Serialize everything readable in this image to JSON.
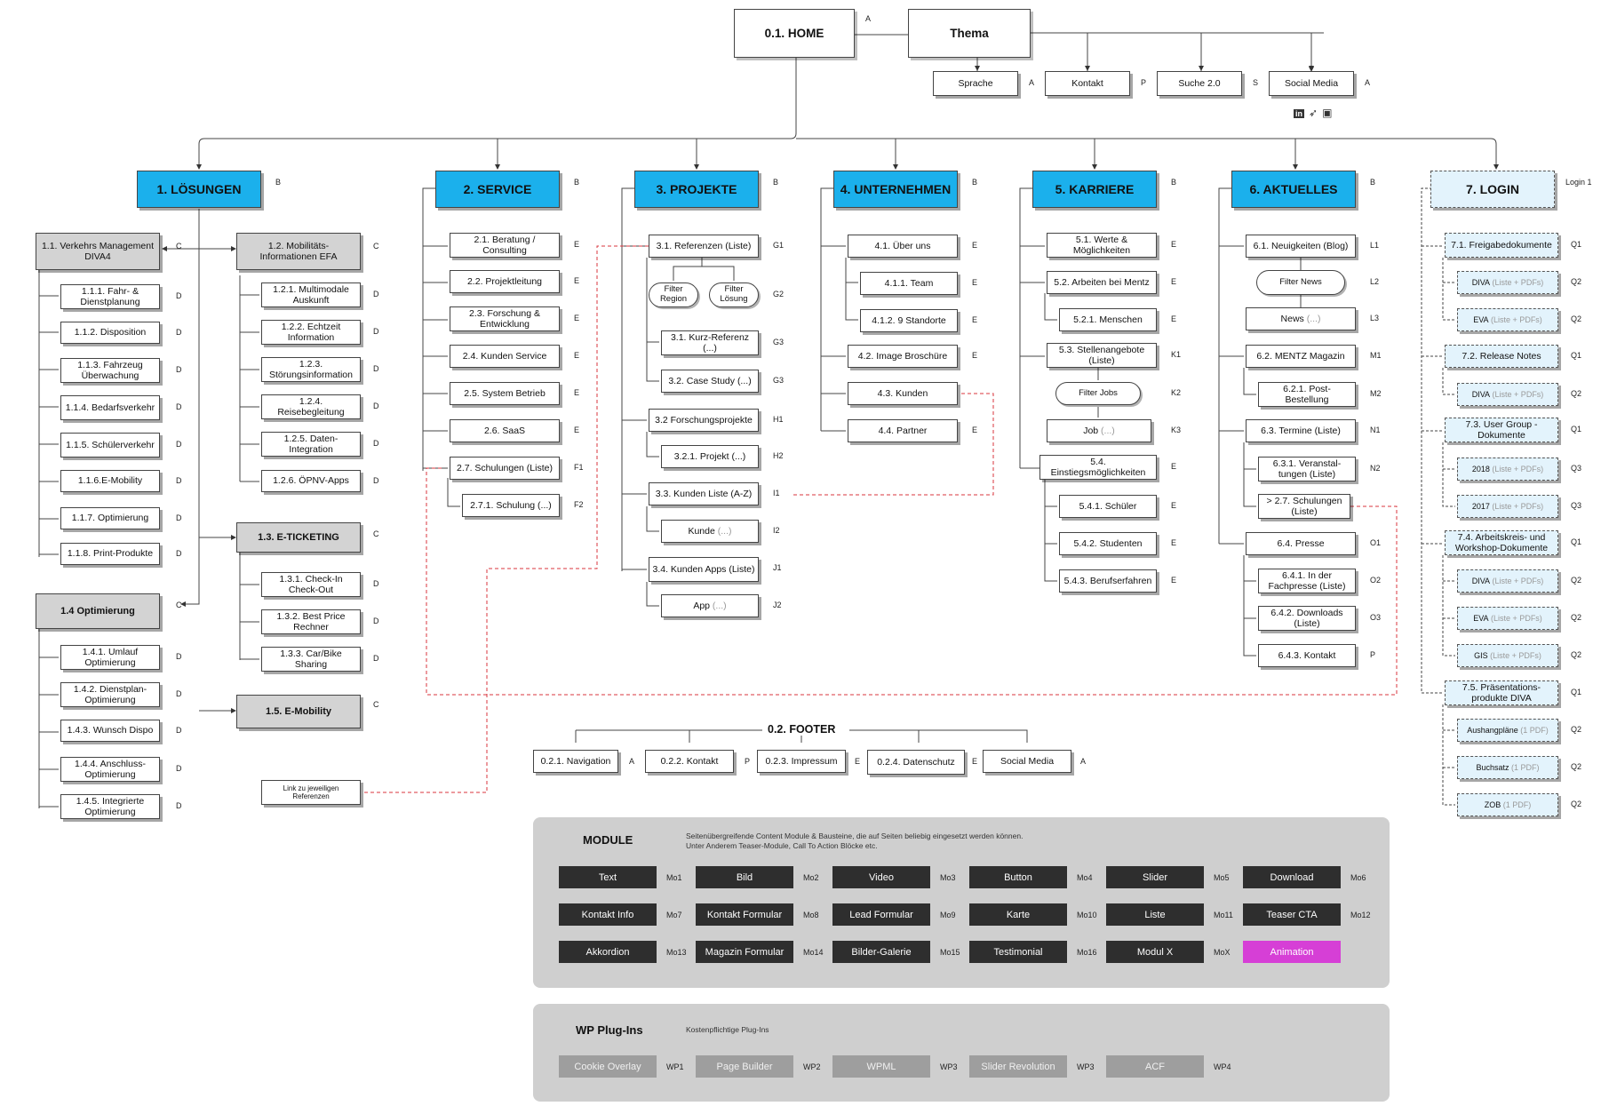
{
  "top": {
    "home": "0.1. HOME",
    "home_code": "A",
    "thema": "Thema",
    "sprache": "Sprache",
    "sprache_code": "A",
    "kontakt": "Kontakt",
    "kontakt_code": "P",
    "suche": "Suche 2.0",
    "suche_code": "S",
    "social": "Social Media",
    "social_code": "A",
    "social_icons": [
      "linkedin-icon",
      "twitter-icon",
      "youtube-icon"
    ]
  },
  "loesungen": {
    "title": "1. LÖSUNGEN",
    "code": "B",
    "c1_title": "1.1. Verkehrs Management DIVA4",
    "c1_code": "C",
    "c1_items": [
      {
        "label": "1.1.1. Fahr- & Dienstplanung",
        "code": "D"
      },
      {
        "label": "1.1.2. Disposition",
        "code": "D"
      },
      {
        "label": "1.1.3. Fahrzeug Überwachung",
        "code": "D"
      },
      {
        "label": "1.1.4. Bedarfsverkehr",
        "code": "D"
      },
      {
        "label": "1.1.5. Schülerverkehr",
        "code": "D"
      },
      {
        "label": "1.1.6.E-Mobility",
        "code": "D"
      },
      {
        "label": "1.1.7. Optimierung",
        "code": "D"
      },
      {
        "label": "1.1.8. Print-Produkte",
        "code": "D"
      }
    ],
    "c2_title": "1.2. Mobilitäts-Informationen EFA",
    "c2_code": "C",
    "c2_items": [
      {
        "label": "1.2.1. Multimodale Auskunft",
        "code": "D"
      },
      {
        "label": "1.2.2. Echtzeit Information",
        "code": "D"
      },
      {
        "label": "1.2.3. Störungsinformation",
        "code": "D"
      },
      {
        "label": "1.2.4. Reisebegleitung",
        "code": "D"
      },
      {
        "label": "1.2.5. Daten-Integration",
        "code": "D"
      },
      {
        "label": "1.2.6. ÖPNV-Apps",
        "code": "D"
      }
    ],
    "c3_title": "1.3. E-TICKETING",
    "c3_code": "C",
    "c3_items": [
      {
        "label": "1.3.1. Check-In Check-Out",
        "code": "D"
      },
      {
        "label": "1.3.2. Best Price Rechner",
        "code": "D"
      },
      {
        "label": "1.3.3. Car/Bike Sharing",
        "code": "D"
      }
    ],
    "c4_title": "1.4 Optimierung",
    "c4_code": "C",
    "c4_items": [
      {
        "label": "1.4.1. Umlauf Optimierung",
        "code": "D"
      },
      {
        "label": "1.4.2. Dienstplan-Optimierung",
        "code": "D"
      },
      {
        "label": "1.4.3. Wunsch Dispo",
        "code": "D"
      },
      {
        "label": "1.4.4. Anschluss-Optimierung",
        "code": "D"
      },
      {
        "label": "1.4.5. Integrierte Optimierung",
        "code": "D"
      }
    ],
    "c5_title": "1.5. E-Mobility",
    "c5_code": "C",
    "link_note": "Link zu jeweiligen Referenzen"
  },
  "service": {
    "title": "2. SERVICE",
    "code": "B",
    "items": [
      {
        "label": "2.1. Beratung / Consulting",
        "code": "E"
      },
      {
        "label": "2.2. Projektleitung",
        "code": "E"
      },
      {
        "label": "2.3. Forschung & Entwicklung",
        "code": "E"
      },
      {
        "label": "2.4. Kunden Service",
        "code": "E"
      },
      {
        "label": "2.5. System Betrieb",
        "code": "E"
      },
      {
        "label": "2.6. SaaS",
        "code": "E"
      },
      {
        "label": "2.7. Schulungen (Liste)",
        "code": "F1"
      },
      {
        "label": "2.7.1. Schulung (...)",
        "code": "F2"
      }
    ]
  },
  "projekte": {
    "title": "3. PROJEKTE",
    "code": "B",
    "ref": {
      "label": "3.1. Referenzen (Liste)",
      "code": "G1"
    },
    "filter_region": "Filter Region",
    "filter_loesung": "Filter Lösung",
    "filter_code": "G2",
    "kurz": {
      "label": "3.1. Kurz-Referenz (...)",
      "code": "G3"
    },
    "case": {
      "label": "3.2. Case Study (...)",
      "code": "G3"
    },
    "forsch": {
      "label": "3.2 Forschungsprojekte",
      "code": "H1"
    },
    "projekt": {
      "label": "3.2.1. Projekt (...)",
      "code": "H2"
    },
    "kunden": {
      "label": "3.3. Kunden Liste (A-Z)",
      "code": "I1"
    },
    "kunde_main": "Kunde",
    "kunde_grey": "(...)",
    "kunde_code": "I2",
    "apps": {
      "label": "3.4. Kunden Apps (Liste)",
      "code": "J1"
    },
    "app_main": "App",
    "app_grey": "(...)",
    "app_code": "J2"
  },
  "unternehmen": {
    "title": "4. UNTERNEHMEN",
    "code": "B",
    "items": [
      {
        "label": "4.1. Über uns",
        "code": "E"
      },
      {
        "label": "4.1.1. Team",
        "code": "E"
      },
      {
        "label": "4.1.2. 9 Standorte",
        "code": "E"
      },
      {
        "label": "4.2. Image Broschüre",
        "code": "E"
      },
      {
        "label": "4.3. Kunden",
        "code": ""
      },
      {
        "label": "4.4. Partner",
        "code": "E"
      }
    ]
  },
  "karriere": {
    "title": "5. KARRIERE",
    "code": "B",
    "werte": {
      "label": "5.1. Werte & Möglichkeiten",
      "code": "E"
    },
    "arbeiten": {
      "label": "5.2. Arbeiten bei Mentz",
      "code": "E"
    },
    "menschen": {
      "label": "5.2.1. Menschen",
      "code": "E"
    },
    "stellen": {
      "label": "5.3. Stellenangebote (Liste)",
      "code": "K1"
    },
    "filter_jobs": "Filter Jobs",
    "filter_code": "K2",
    "job_main": "Job",
    "job_grey": "(...)",
    "job_code": "K3",
    "einstieg": {
      "label": "5.4. Einstiegsmöglichkeiten",
      "code": "E"
    },
    "schueler": {
      "label": "5.4.1. Schüler",
      "code": "E"
    },
    "studenten": {
      "label": "5.4.2. Studenten",
      "code": "E"
    },
    "berufs": {
      "label": "5.4.3. Berufserfahren",
      "code": "E"
    }
  },
  "aktuelles": {
    "title": "6. AKTUELLES",
    "code": "B",
    "neuigkeiten": {
      "label": "6.1. Neuigkeiten (Blog)",
      "code": "L1"
    },
    "filter_news": "Filter News",
    "filter_code": "L2",
    "news_main": "News",
    "news_grey": "(...)",
    "news_code": "L3",
    "magazin": {
      "label": "6.2. MENTZ Magazin",
      "code": "M1"
    },
    "post": {
      "label": "6.2.1. Post-Bestellung",
      "code": "M2"
    },
    "termine": {
      "label": "6.3. Termine (Liste)",
      "code": "N1"
    },
    "veranst": {
      "label": "6.3.1. Veranstal-tungen (Liste)",
      "code": "N2"
    },
    "schulungen": {
      "label": "> 2.7. Schulungen (Liste)",
      "code": ""
    },
    "presse": {
      "label": "6.4. Presse",
      "code": "O1"
    },
    "fachpresse": {
      "label": "6.4.1. In der Fachpresse (Liste)",
      "code": "O2"
    },
    "downloads": {
      "label": "6.4.2. Downloads (Liste)",
      "code": "O3"
    },
    "kontakt": {
      "label": "6.4.3. Kontakt",
      "code": "P"
    }
  },
  "login": {
    "title": "7. LOGIN",
    "code": "Login 1",
    "items": [
      {
        "main": "7.1. Freigabedokumente",
        "grey": "",
        "code": "Q1",
        "level": 1
      },
      {
        "main": "DIVA",
        "grey": "(Liste + PDFs)",
        "code": "Q2",
        "level": 2
      },
      {
        "main": "EVA",
        "grey": "(Liste + PDFs)",
        "code": "Q2",
        "level": 2
      },
      {
        "main": "7.2. Release Notes",
        "grey": "",
        "code": "Q1",
        "level": 1
      },
      {
        "main": "DIVA",
        "grey": "(Liste + PDFs)",
        "code": "Q2",
        "level": 2
      },
      {
        "main": "7.3. User Group - Dokumente",
        "grey": "",
        "code": "Q1",
        "level": 1
      },
      {
        "main": "2018",
        "grey": "(Liste + PDFs)",
        "code": "Q3",
        "level": 2
      },
      {
        "main": "2017",
        "grey": "(Liste + PDFs)",
        "code": "Q3",
        "level": 2
      },
      {
        "main": "7.4. Arbeitskreis- und Workshop-Dokumente",
        "grey": "",
        "code": "Q1",
        "level": 1
      },
      {
        "main": "DIVA",
        "grey": "(Liste + PDFs)",
        "code": "Q2",
        "level": 2
      },
      {
        "main": "EVA",
        "grey": "(Liste + PDFs)",
        "code": "Q2",
        "level": 2
      },
      {
        "main": "GIS",
        "grey": "(Liste + PDFs)",
        "code": "Q2",
        "level": 2
      },
      {
        "main": "7.5. Präsentations-produkte DIVA",
        "grey": "",
        "code": "Q1",
        "level": 1
      },
      {
        "main": "Aushangpläne",
        "grey": "(1 PDF)",
        "code": "Q2",
        "level": 2
      },
      {
        "main": "Buchsatz",
        "grey": "(1 PDF)",
        "code": "Q2",
        "level": 2
      },
      {
        "main": "ZOB",
        "grey": "(1 PDF)",
        "code": "Q2",
        "level": 2
      }
    ]
  },
  "footer": {
    "title": "0.2. FOOTER",
    "items": [
      {
        "label": "0.2.1. Navigation",
        "code": "A"
      },
      {
        "label": "0.2.2. Kontakt",
        "code": "P"
      },
      {
        "label": "0.2.3. Impressum",
        "code": "E"
      },
      {
        "label": "0.2.4. Datenschutz",
        "code": "E"
      },
      {
        "label": "Social Media",
        "code": "A"
      }
    ]
  },
  "module": {
    "title": "MODULE",
    "desc1": "Seitenübergreifende Content Module & Bausteine, die auf Seiten beliebig eingesetzt werden können.",
    "desc2": "Unter Anderem Teaser-Module, Call To Action Blöcke etc.",
    "items": [
      {
        "label": "Text",
        "code": "Mo1"
      },
      {
        "label": "Bild",
        "code": "Mo2"
      },
      {
        "label": "Video",
        "code": "Mo3"
      },
      {
        "label": "Button",
        "code": "Mo4"
      },
      {
        "label": "Slider",
        "code": "Mo5"
      },
      {
        "label": "Download",
        "code": "Mo6"
      },
      {
        "label": "Kontakt Info",
        "code": "Mo7"
      },
      {
        "label": "Kontakt Formular",
        "code": "Mo8"
      },
      {
        "label": "Lead Formular",
        "code": "Mo9"
      },
      {
        "label": "Karte",
        "code": "Mo10"
      },
      {
        "label": "Liste",
        "code": "Mo11"
      },
      {
        "label": "Teaser CTA",
        "code": "Mo12"
      },
      {
        "label": "Akkordion",
        "code": "Mo13"
      },
      {
        "label": "Magazin Formular",
        "code": "Mo14"
      },
      {
        "label": "Bilder-Galerie",
        "code": "Mo15"
      },
      {
        "label": "Testimonial",
        "code": "Mo16"
      },
      {
        "label": "Modul X",
        "code": "MoX"
      },
      {
        "label": "Animation",
        "code": ""
      }
    ],
    "highlight_color": "#d63fd6"
  },
  "plugins": {
    "title": "WP Plug-Ins",
    "desc": "Kostenpflichtige Plug-Ins",
    "items": [
      {
        "label": "Cookie Overlay",
        "code": "WP1"
      },
      {
        "label": "Page Builder",
        "code": "WP2"
      },
      {
        "label": "WPML",
        "code": "WP3"
      },
      {
        "label": "Slider Revolution",
        "code": "WP3"
      },
      {
        "label": "ACF",
        "code": "WP4"
      }
    ]
  },
  "colors": {
    "section_blue": "#1bb0ec",
    "login_fill": "#e3f3fc",
    "link_red": "#d9363e",
    "module_dark": "#2e2e2e"
  }
}
